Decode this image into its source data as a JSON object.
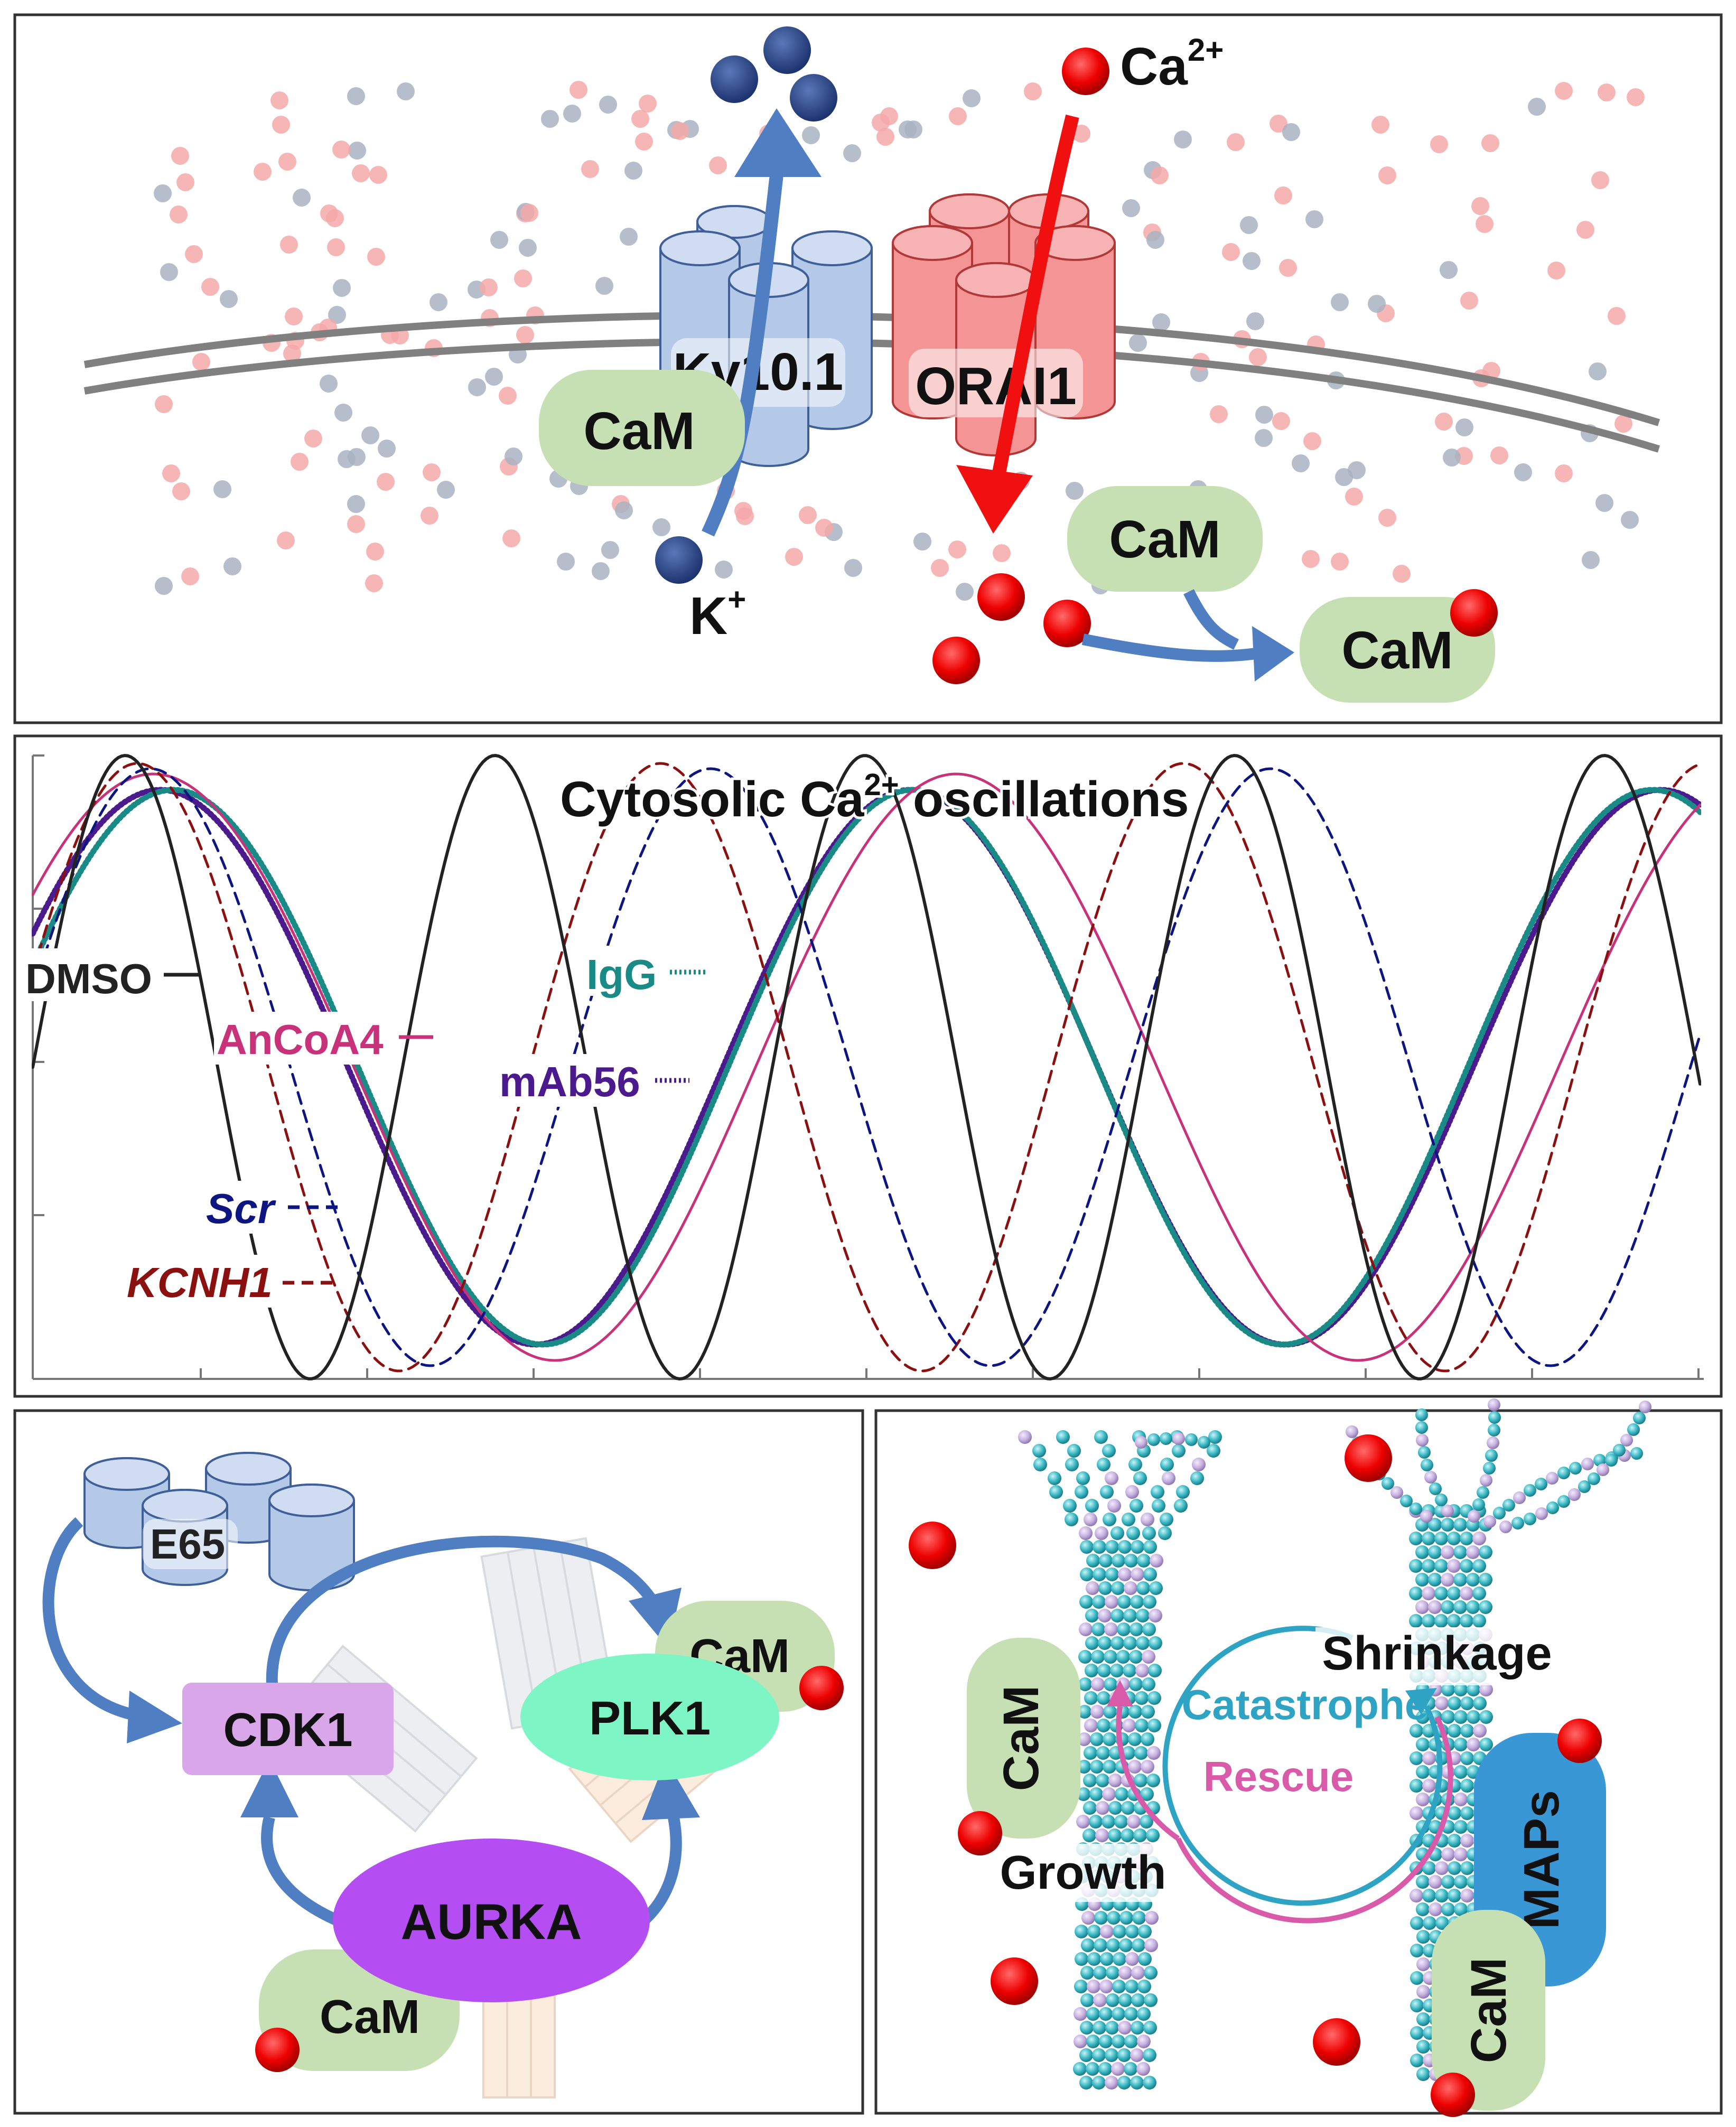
{
  "panel_a": {
    "kv_label": "Kv10.1",
    "orai_label": "ORAI1",
    "cam_kv": "CaM",
    "cam_free": "CaM",
    "cam_bound": "CaM",
    "k_ion": "K",
    "k_sup": "+",
    "ca_ion": "Ca",
    "ca_sup": "2+"
  },
  "panel_b": {
    "title_pre": "Cytosolic Ca",
    "title_sup": "2+",
    "title_post": " oscillations",
    "legend": {
      "dmso": "DMSO",
      "ancoa4": "AnCoA4",
      "igg": "IgG",
      "mab56": "mAb56",
      "scr": "Scr",
      "kcnh1": "KCNH1"
    },
    "colors": {
      "dmso": "#222222",
      "ancoa4": "#c8327a",
      "igg": "#1a8a87",
      "mab56": "#4b1a8c",
      "scr": "#0d1580",
      "kcnh1": "#8b1010"
    }
  },
  "panel_c": {
    "e65": "E65",
    "cdk1": "CDK1",
    "plk1": "PLK1",
    "aurka": "AURKA",
    "cam_plk1": "CaM",
    "cam_aurka": "CaM"
  },
  "panel_d": {
    "cam_left": "CaM",
    "cam_right": "CaM",
    "maps": "MAPs",
    "shrinkage": "Shrinkage",
    "catastrophe": "Catastrophe",
    "rescue": "Rescue",
    "growth": "Growth"
  }
}
